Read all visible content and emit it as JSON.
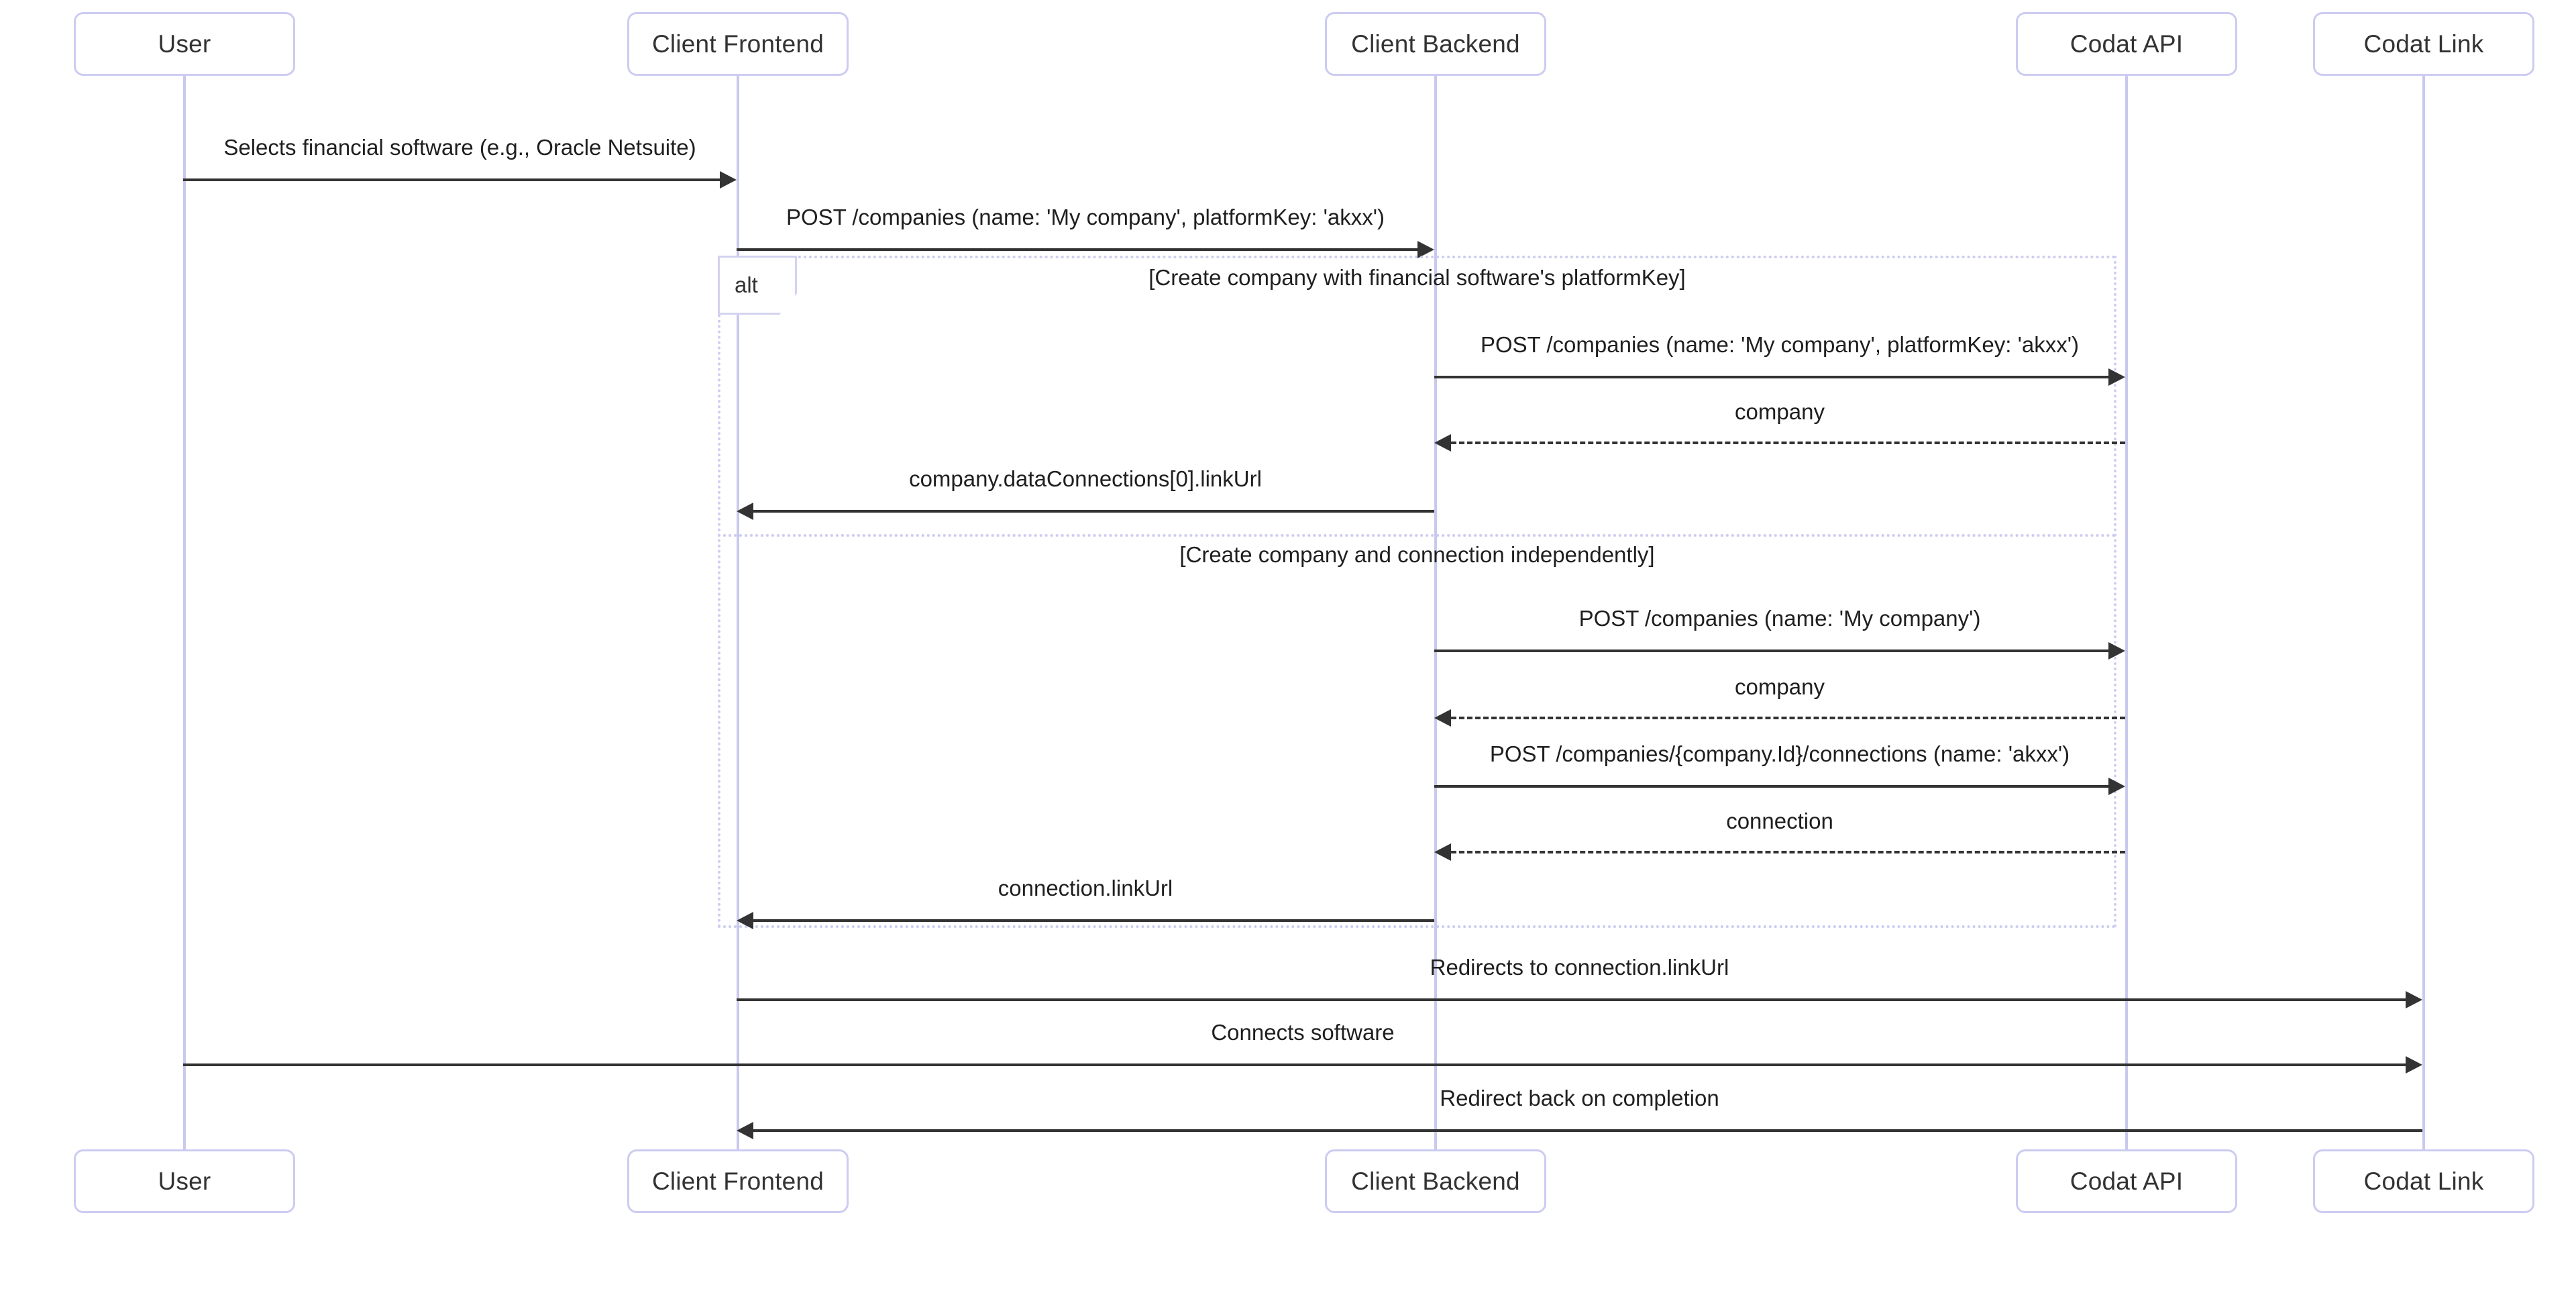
{
  "diagram": {
    "type": "sequence-diagram",
    "title": "",
    "colors": {
      "actor_border": "#ccccf2",
      "lifeline": "#c9c9ee",
      "fragment_border": "#ccccf2",
      "message_line": "#333333",
      "text": "#1f1f1f",
      "background": "#ffffff"
    },
    "actors": [
      {
        "id": "user",
        "label": "User"
      },
      {
        "id": "frontend",
        "label": "Client Frontend"
      },
      {
        "id": "backend",
        "label": "Client Backend"
      },
      {
        "id": "codatapi",
        "label": "Codat API"
      },
      {
        "id": "codatlink",
        "label": "Codat Link"
      }
    ],
    "fragment": {
      "operator": "alt",
      "branches": [
        {
          "condition": "[Create company with financial software's platformKey]"
        },
        {
          "condition": "[Create company and connection independently]"
        }
      ]
    },
    "messages": [
      {
        "index": 0,
        "from": "user",
        "to": "frontend",
        "label": "Selects financial software (e.g., Oracle Netsuite)",
        "style": "solid",
        "direction": "right"
      },
      {
        "index": 1,
        "from": "frontend",
        "to": "backend",
        "label": "POST /companies (name: 'My company', platformKey: 'akxx')",
        "style": "solid",
        "direction": "right"
      },
      {
        "index": 2,
        "from": "backend",
        "to": "codatapi",
        "label": "POST /companies (name: 'My company', platformKey: 'akxx')",
        "style": "solid",
        "direction": "right"
      },
      {
        "index": 3,
        "from": "codatapi",
        "to": "backend",
        "label": "company",
        "style": "dashed",
        "direction": "left"
      },
      {
        "index": 4,
        "from": "backend",
        "to": "frontend",
        "label": "company.dataConnections[0].linkUrl",
        "style": "solid",
        "direction": "left"
      },
      {
        "index": 5,
        "from": "backend",
        "to": "codatapi",
        "label": "POST /companies (name: 'My company')",
        "style": "solid",
        "direction": "right"
      },
      {
        "index": 6,
        "from": "codatapi",
        "to": "backend",
        "label": "company",
        "style": "dashed",
        "direction": "left"
      },
      {
        "index": 7,
        "from": "backend",
        "to": "codatapi",
        "label": "POST /companies/{company.Id}/connections (name: 'akxx')",
        "style": "solid",
        "direction": "right"
      },
      {
        "index": 8,
        "from": "codatapi",
        "to": "backend",
        "label": "connection",
        "style": "dashed",
        "direction": "left"
      },
      {
        "index": 9,
        "from": "backend",
        "to": "frontend",
        "label": "connection.linkUrl",
        "style": "solid",
        "direction": "left"
      },
      {
        "index": 10,
        "from": "frontend",
        "to": "codatlink",
        "label": "Redirects to connection.linkUrl",
        "style": "solid",
        "direction": "right"
      },
      {
        "index": 11,
        "from": "user",
        "to": "codatlink",
        "label": "Connects software",
        "style": "solid",
        "direction": "right"
      },
      {
        "index": 12,
        "from": "codatlink",
        "to": "frontend",
        "label": "Redirect back on completion",
        "style": "solid",
        "direction": "left"
      }
    ]
  }
}
